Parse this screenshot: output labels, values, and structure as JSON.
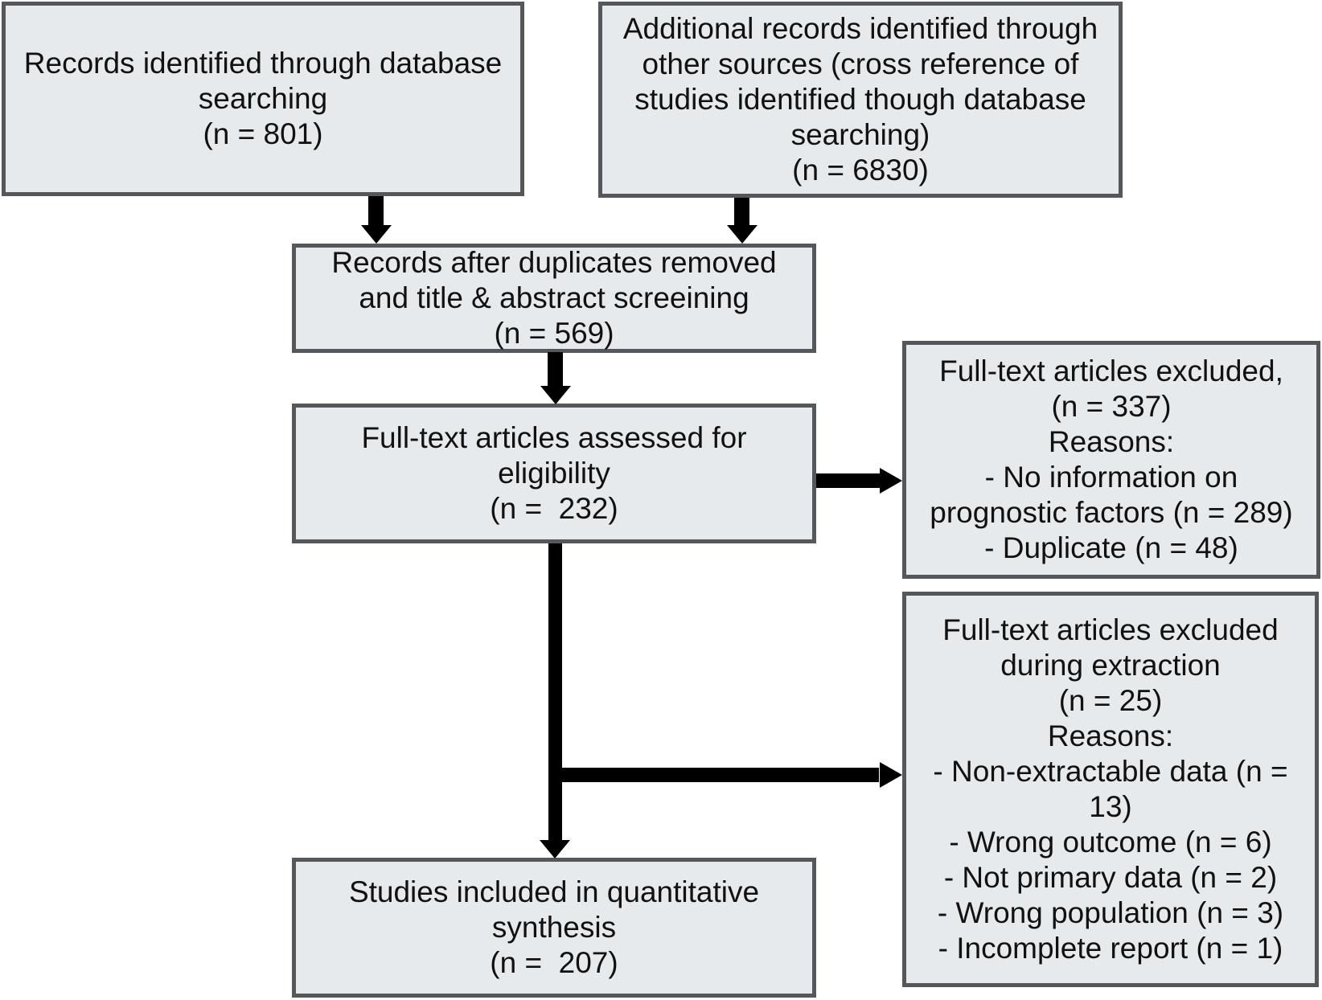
{
  "colors": {
    "box_fill": "#e6eaec",
    "box_border": "#54585a",
    "arrow": "#000000",
    "text": "#111111",
    "background": "#ffffff"
  },
  "boxes": {
    "records_database": "Records identified through database\nsearching\n(n = 801)",
    "additional_records": "Additional records identified through\nother sources (cross reference of\nstudies identified though database\nsearching)\n(n = 6830)",
    "duplicates_removed": "Records after duplicates removed\nand title & abstract screeining\n(n = 569)",
    "fulltext_assessed": "Full-text articles assessed for\neligibility\n(n =  232)",
    "fulltext_excluded": "Full-text articles excluded,\n(n = 337)\nReasons:\n- No information on\nprognostic factors (n = 289)\n- Duplicate (n = 48)",
    "excluded_extraction": "Full-text articles excluded\nduring extraction\n(n = 25)\nReasons:\n- Non-extractable data (n =\n13)\n- Wrong outcome (n = 6)\n- Not primary data (n = 2)\n- Wrong population (n = 3)\n- Incomplete report (n = 1)",
    "included_synthesis": "Studies included in quantitative\nsynthesis\n(n =  207)"
  },
  "connections": [
    {
      "from": "records_database",
      "to": "duplicates_removed"
    },
    {
      "from": "additional_records",
      "to": "duplicates_removed"
    },
    {
      "from": "duplicates_removed",
      "to": "fulltext_assessed"
    },
    {
      "from": "fulltext_assessed",
      "to": "fulltext_excluded"
    },
    {
      "from": "fulltext_assessed",
      "to": "excluded_extraction"
    },
    {
      "from": "fulltext_assessed",
      "to": "included_synthesis"
    }
  ]
}
